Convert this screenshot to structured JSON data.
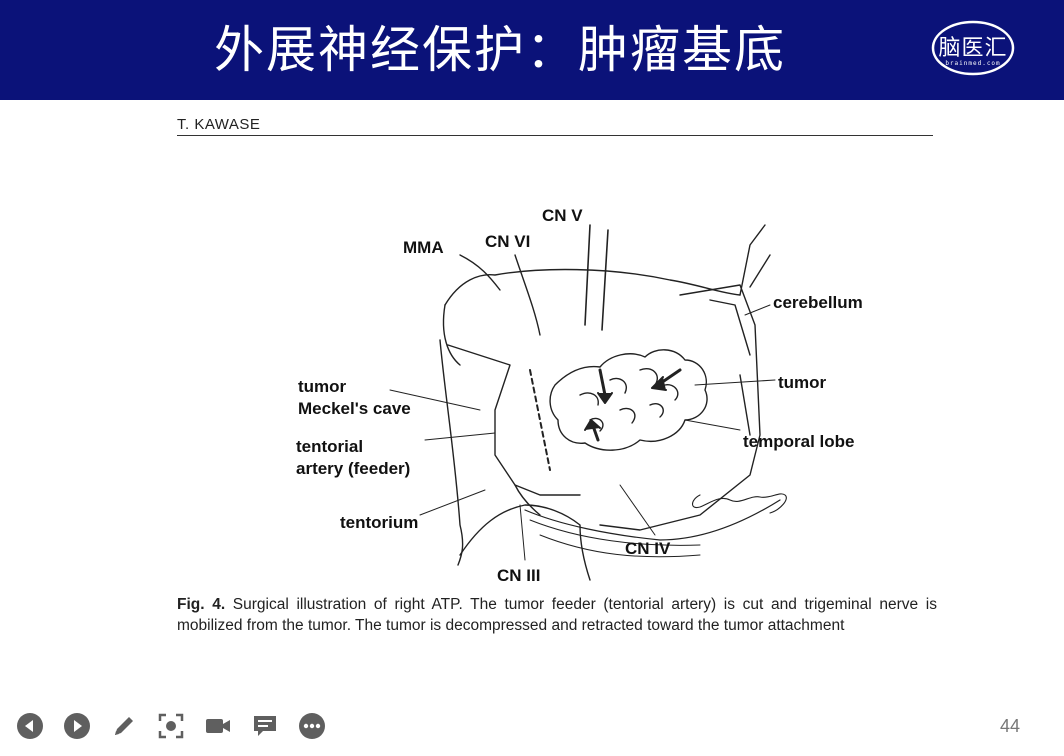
{
  "slide": {
    "title": "外展神经保护：肿瘤基底",
    "logo_text": "脑医汇",
    "logo_sub": "brainmed.com",
    "page_number": "44"
  },
  "paper": {
    "author_header": "T. KAWASE",
    "figure": {
      "labels": {
        "cn_v": "CN V",
        "mma": "MMA",
        "cn_vi": "CN VI",
        "cerebellum": "cerebellum",
        "tumor_meckel_1": "tumor",
        "tumor_meckel_2": "Meckel's cave",
        "tumor_right": "tumor",
        "tentorial_1": "tentorial",
        "tentorial_2": "artery (feeder)",
        "temporal_lobe": "temporal lobe",
        "tentorium": "tentorium",
        "cn_iv": "CN IV",
        "cn_iii": "CN III"
      }
    },
    "caption": {
      "fig_num": "Fig. 4.",
      "text": " Surgical illustration of right ATP. The tumor feeder (tentorial artery) is cut and trigeminal nerve is mobilized from the tumor. The tumor is decompressed and retracted toward the tumor attachment"
    }
  },
  "toolbar": {
    "buttons": [
      {
        "name": "previous-icon"
      },
      {
        "name": "next-icon"
      },
      {
        "name": "pen-icon"
      },
      {
        "name": "focus-icon"
      },
      {
        "name": "video-camera-icon"
      },
      {
        "name": "comment-icon"
      },
      {
        "name": "more-icon"
      }
    ],
    "color": "#5f5f5f"
  },
  "colors": {
    "title_bar": "#0b1279",
    "title_text": "#ffffff"
  }
}
